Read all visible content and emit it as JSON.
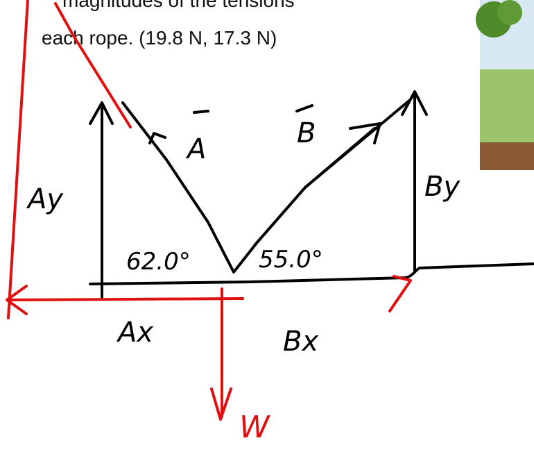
{
  "problem_text": {
    "line1": "magnitudes of the tensions",
    "line2": "each rope.  (19.8 N, 17.3 N)"
  },
  "labels": {
    "vector_a": "A",
    "vector_b": "B",
    "a_y": "Ay",
    "b_y": "By",
    "a_x": "Ax",
    "b_x": "Bx",
    "weight": "W",
    "angle_a": "62.0°",
    "angle_b": "55.0°"
  },
  "colors": {
    "ink_black": "#000000",
    "ink_red": "#e01010",
    "sky": "#cfe3f0",
    "grass": "#8bbb57",
    "soil": "#8a5a35",
    "tree": "#4f8a2b"
  },
  "icons": {
    "photo": "tree-landscape-photo"
  }
}
